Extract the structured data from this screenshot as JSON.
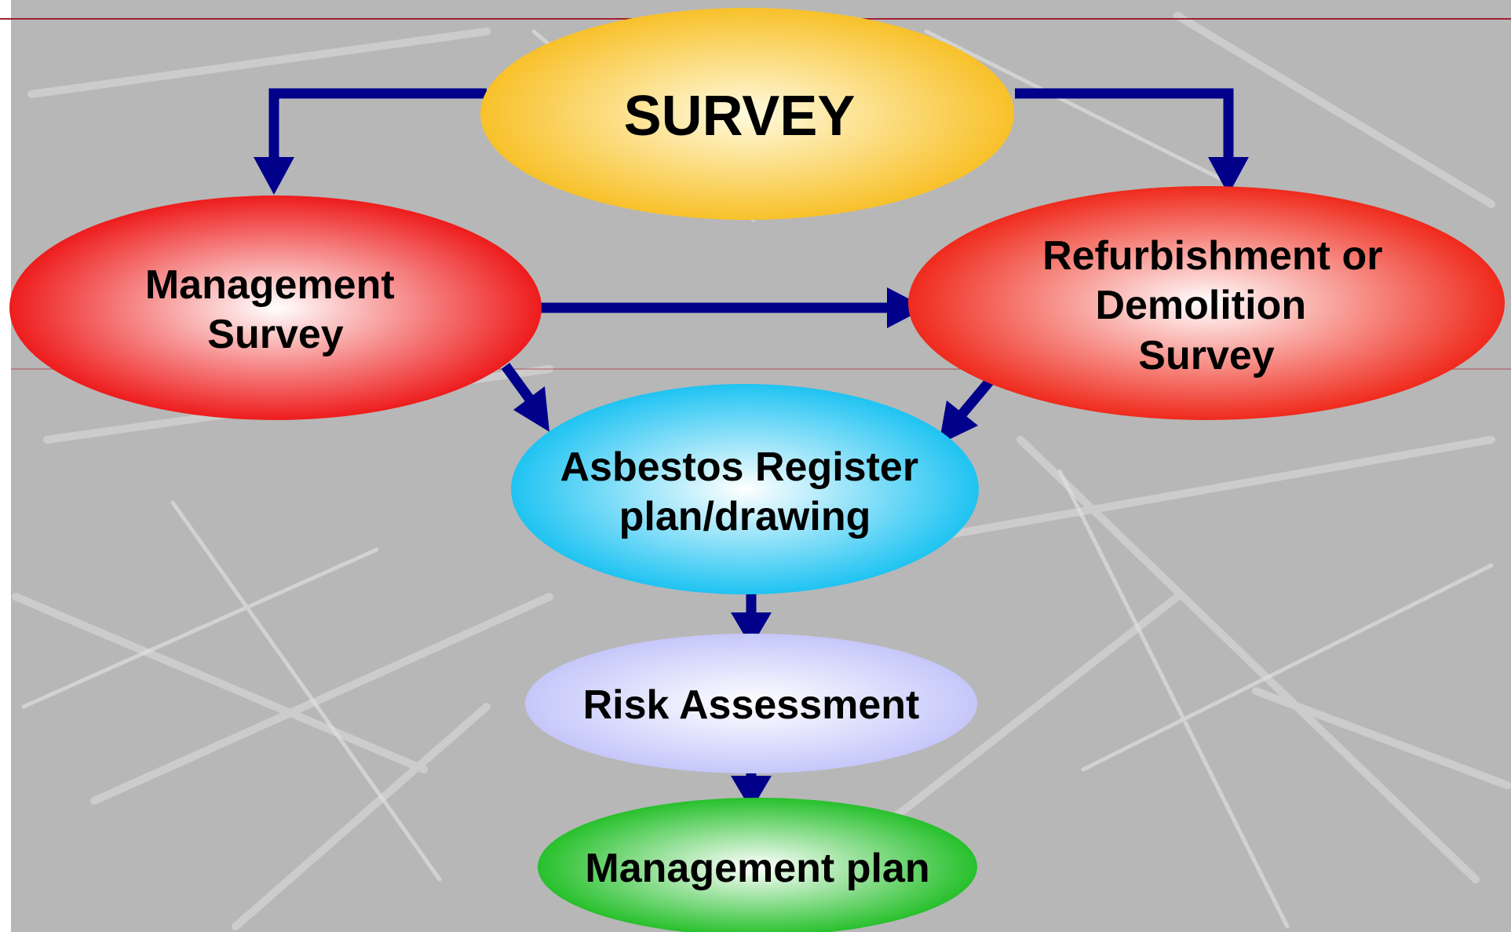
{
  "diagram": {
    "nodes": [
      {
        "id": "survey",
        "lines": [
          "SURVEY"
        ]
      },
      {
        "id": "management_survey",
        "lines": [
          "Management",
          "Survey"
        ]
      },
      {
        "id": "refurbishment_survey",
        "lines": [
          "Refurbishment or",
          "Demolition",
          "Survey"
        ]
      },
      {
        "id": "asbestos_register",
        "lines": [
          "Asbestos Register",
          "plan/drawing"
        ]
      },
      {
        "id": "risk_assessment",
        "lines": [
          "Risk Assessment"
        ]
      },
      {
        "id": "management_plan",
        "lines": [
          "Management plan"
        ]
      }
    ],
    "edges": [
      {
        "from": "survey",
        "to": "management_survey"
      },
      {
        "from": "survey",
        "to": "refurbishment_survey"
      },
      {
        "from": "management_survey",
        "to": "refurbishment_survey"
      },
      {
        "from": "management_survey",
        "to": "asbestos_register"
      },
      {
        "from": "refurbishment_survey",
        "to": "asbestos_register"
      },
      {
        "from": "asbestos_register",
        "to": "risk_assessment"
      },
      {
        "from": "risk_assessment",
        "to": "management_plan"
      }
    ],
    "colors": {
      "arrow": "#00008b",
      "survey": [
        "#fffbe0",
        "#f8c12a"
      ],
      "management_survey": [
        "#ffffff",
        "#ee1c1c"
      ],
      "refurbishment_survey": [
        "#ffffff",
        "#ef2a1c"
      ],
      "asbestos_register": [
        "#ffffff",
        "#1fc3f2"
      ],
      "risk_assessment": [
        "#ffffff",
        "#c5c7fa"
      ],
      "management_plan": [
        "#ffffff",
        "#27c02c"
      ],
      "rule_line": "#a31f34"
    }
  }
}
